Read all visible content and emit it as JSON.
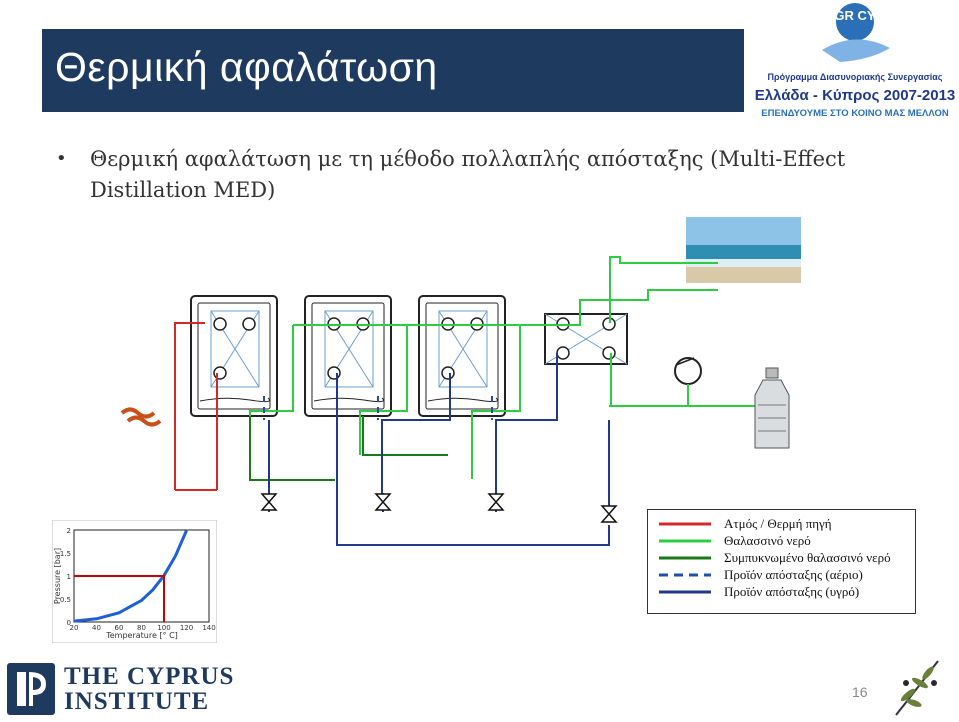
{
  "slide": {
    "title": "Θερμική αφαλάτωση",
    "bullet": "Θερμική αφαλάτωση με τη μέθοδο πολλαπλής απόσταξης (Multi-Effect Distillation   MED)",
    "page_number": "16"
  },
  "program_logo": {
    "badge_text": "GR CY",
    "line1": "Πρόγραμμα Διασυνοριακής Συνεργασίας",
    "line2": "Ελλάδα - Κύπρος 2007-2013",
    "line3": "ΕΠΕΝΔΥΟΥΜΕ ΣΤΟ ΚΟΙΝΟ ΜΑΣ ΜΕΛΛΟΝ"
  },
  "institute": {
    "line1": "THE CYPRUS",
    "line2": "INSTITUTE"
  },
  "legend": [
    {
      "label": "Ατμός / Θερμή πηγή",
      "color": "#d62728",
      "style": "solid"
    },
    {
      "label": "Θαλασσινό νερό",
      "color": "#2ecc40",
      "style": "solid"
    },
    {
      "label": "Συμπυκνωμένο θαλασσινό νερό",
      "color": "#1a7a1a",
      "style": "solid"
    },
    {
      "label": "Προϊόν απόσταξης (αέριο)",
      "color": "#1f4fa8",
      "style": "dashed"
    },
    {
      "label": "Προϊόν απόσταξης (υγρό)",
      "color": "#1f3a8a",
      "style": "solid"
    }
  ],
  "chart_data": {
    "type": "line",
    "title": "",
    "xlabel": "Temperature [° C]",
    "ylabel": "Pressure [bar]",
    "x_ticks": [
      "20",
      "40",
      "60",
      "80",
      "100",
      "120",
      "140"
    ],
    "y_ticks": [
      "0",
      "0.5",
      "1",
      "1.5",
      "2"
    ],
    "xlim": [
      20,
      140
    ],
    "ylim": [
      0,
      2
    ],
    "series": [
      {
        "x": [
          20,
          40,
          60,
          80,
          90,
          100,
          110,
          120
        ],
        "y": [
          0.02,
          0.07,
          0.2,
          0.47,
          0.7,
          1.01,
          1.43,
          1.99
        ],
        "color": "#1f5fd6"
      }
    ],
    "annotations": [
      {
        "type": "guide",
        "x": 100,
        "y": 1.0,
        "color": "#cc0000"
      }
    ]
  }
}
